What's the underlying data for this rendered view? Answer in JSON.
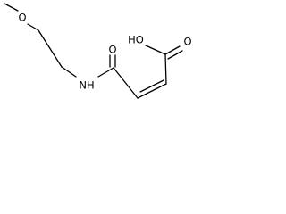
{
  "molecule": {
    "atoms": {
      "methoxy_oxygen": "O",
      "amide_nitrogen": "NH",
      "amide_oxygen": "O",
      "hydroxyl": "HO",
      "acid_oxygen": "O"
    }
  }
}
